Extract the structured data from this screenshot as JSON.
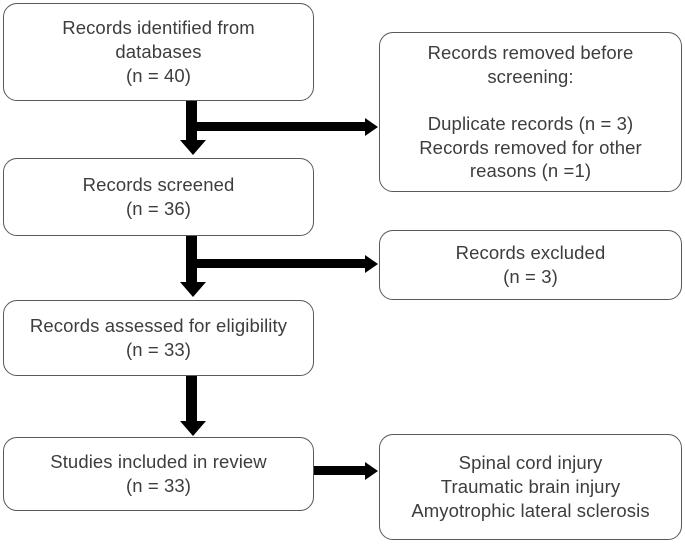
{
  "diagram": {
    "type": "prisma-flow-diagram",
    "colors": {
      "box_border": "#595959",
      "box_fill": "#ffffff",
      "text": "#3d3d3d",
      "arrow": "#000000",
      "background": "#ffffff"
    },
    "boxes": {
      "identified": {
        "text": "Records identified from\ndatabases\n(n = 40)",
        "n": 40
      },
      "removed_before_screening": {
        "text": "Records removed before\nscreening:\n\nDuplicate records (n = 3)\nRecords removed for other\nreasons (n =1)",
        "duplicate_records_n": 3,
        "other_reasons_n": 1
      },
      "screened": {
        "text": "Records screened\n(n = 36)",
        "n": 36
      },
      "excluded": {
        "text": "Records excluded\n(n = 3)",
        "n": 3
      },
      "eligibility": {
        "text": "Records assessed for eligibility\n(n = 33)",
        "n": 33
      },
      "included": {
        "text": "Studies included in review\n(n = 33)",
        "n": 33
      },
      "conditions": {
        "text": "Spinal cord injury\nTraumatic brain injury\nAmyotrophic lateral sclerosis",
        "items": [
          "Spinal cord injury",
          "Traumatic brain injury",
          "Amyotrophic lateral sclerosis"
        ]
      }
    },
    "connectors": [
      {
        "name": "identified-to-screened",
        "from": "identified",
        "to": "screened",
        "direction": "down",
        "branch_to": "removed_before_screening",
        "branch_direction": "right"
      },
      {
        "name": "screened-to-eligibility",
        "from": "screened",
        "to": "eligibility",
        "direction": "down",
        "branch_to": "excluded",
        "branch_direction": "right"
      },
      {
        "name": "eligibility-to-included",
        "from": "eligibility",
        "to": "included",
        "direction": "down"
      },
      {
        "name": "included-to-conditions",
        "from": "included",
        "to": "conditions",
        "direction": "right"
      }
    ]
  }
}
